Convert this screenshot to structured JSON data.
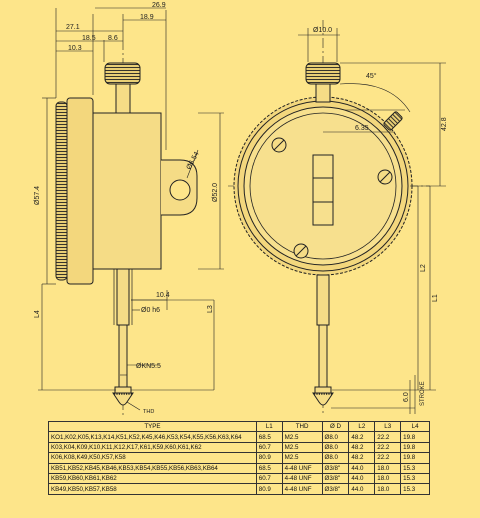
{
  "side_view": {
    "dims": {
      "d26_9": "26.9",
      "d18_9": "18.9",
      "d27_1": "27.1",
      "d18_5": "18.5",
      "d8_6": "8.6",
      "d10_3": "10.3",
      "dia57_4": "Ø57.4",
      "dia52_0": "Ø52.0",
      "dia6_54": "Ø6.54",
      "d10_4": "10.4",
      "dia_h6": "Ø0 h6",
      "kn5_5": "ØKN5.5",
      "L4": "L4",
      "L3": "L3",
      "thd": "THD"
    }
  },
  "front_view": {
    "dims": {
      "dia10": "Ø10.0",
      "angle45": "45°",
      "d42_8": "42.8",
      "d6_35": "6.35",
      "L2": "L2",
      "L1": "L1",
      "d6_0": "6.0",
      "stroke": "STROKE"
    }
  },
  "table": {
    "headers": [
      "TYPE",
      "L1",
      "THD",
      "Ø D",
      "L2",
      "L3",
      "L4"
    ],
    "rows": [
      [
        "KO1,K02,K05,K13,K14,K51,K52,K45,K46,K53,K54,K55,K56,K63,K64",
        "68.5",
        "M2.5",
        "Ø8.0",
        "48.2",
        "22.2",
        "19.8"
      ],
      [
        "K03,K04,K09,K10,K11,K12,K17,K61,K59,K60,K61,K62",
        "60.7",
        "M2.5",
        "Ø8.0",
        "48.2",
        "22.2",
        "19.8"
      ],
      [
        "K06,K08,K49,K50,K57,K58",
        "80.9",
        "M2.5",
        "Ø8.0",
        "48.2",
        "22.2",
        "19.8"
      ],
      [
        "KB51,KB52,KB45,KB46,KB53,KB54,KB55,KB56,KB63,KB64",
        "68.5",
        "4-48 UNF",
        "Ø3/8\"",
        "44.0",
        "18.0",
        "15.3"
      ],
      [
        "KB59,KB60,KB61,KB62",
        "60.7",
        "4-48 UNF",
        "Ø3/8\"",
        "44.0",
        "18.0",
        "15.3"
      ],
      [
        "KB49,KB50,KB57,KB58",
        "80.9",
        "4-48 UNF",
        "Ø3/8\"",
        "44.0",
        "18.0",
        "15.3"
      ]
    ]
  }
}
